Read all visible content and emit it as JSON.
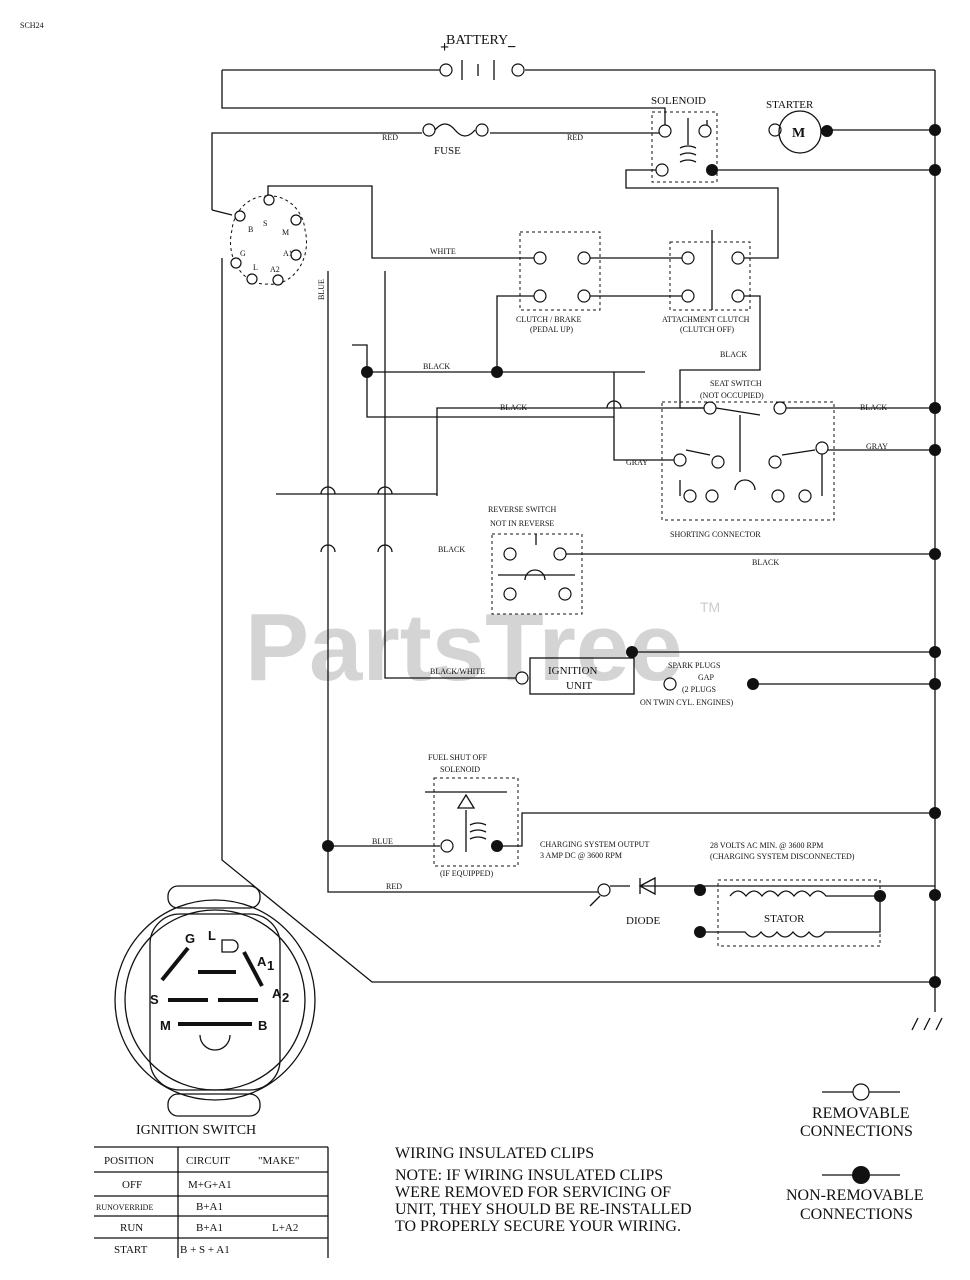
{
  "code": "SCH24",
  "components": {
    "battery": "BATTERY",
    "solenoid": "SOLENOID",
    "starter": "STARTER",
    "starter_motor": "M",
    "fuse": "FUSE",
    "clutch_brake": "CLUTCH / BRAKE",
    "clutch_brake_sub": "(PEDAL UP)",
    "attachment_clutch": "ATTACHMENT CLUTCH",
    "attachment_clutch_sub": "(CLUTCH OFF)",
    "seat_switch": "SEAT SWITCH",
    "seat_switch_sub": "(NOT OCCUPIED)",
    "shorting_connector": "SHORTING CONNECTOR",
    "reverse_switch": "REVERSE SWITCH",
    "reverse_switch_sub": "NOT IN REVERSE",
    "ignition_unit_1": "IGNITION",
    "ignition_unit_2": "UNIT",
    "spark_plugs": [
      "SPARK PLUGS",
      "GAP",
      "(2 PLUGS",
      "ON TWIN CYL. ENGINES)"
    ],
    "fuel_solenoid": [
      "FUEL SHUT OFF",
      "SOLENOID"
    ],
    "fuel_solenoid_sub": "(IF EQUIPPED)",
    "charging_output": [
      "CHARGING SYSTEM OUTPUT",
      "3 AMP DC @ 3600 RPM"
    ],
    "stator_spec": [
      "28 VOLTS AC MIN. @ 3600 RPM",
      "(CHARGING SYSTEM DISCONNECTED)"
    ],
    "diode": "DIODE",
    "stator": "STATOR"
  },
  "wire_labels": {
    "red_left": "RED",
    "red_right": "RED",
    "white": "WHITE",
    "black_1": "BLACK",
    "black_2": "BLACK",
    "black_3": "BLACK",
    "black_4": "BLACK",
    "black_5": "BLACK",
    "black_6": "BLACK",
    "gray_1": "GRAY",
    "gray_2": "GRAY",
    "blue_vertical": "BLUE",
    "blue": "BLUE",
    "black_white": "BLACK/WHITE",
    "red_bottom": "RED"
  },
  "terminals": {
    "b": "B",
    "s": "S",
    "m": "M",
    "g": "G",
    "l": "L",
    "a1": "A1",
    "a2": "A2"
  },
  "ignition_switch": {
    "title": "IGNITION SWITCH",
    "pins": {
      "g": "G",
      "l": "L",
      "a1": "A",
      "a1_sub": "1",
      "s": "S",
      "a2": "A",
      "a2_sub": "2",
      "m": "M",
      "b": "B"
    },
    "table_headers": [
      "POSITION",
      "CIRCUIT",
      "\"MAKE\""
    ],
    "table_rows": [
      {
        "position": "OFF",
        "circuit": "M+G+A1",
        "make": ""
      },
      {
        "position": "RUNOVERRIDE",
        "circuit": "B+A1",
        "make": ""
      },
      {
        "position": "RUN",
        "circuit": "B+A1",
        "make": "L+A2"
      },
      {
        "position": "START",
        "circuit": "B + S + A1",
        "make": ""
      }
    ]
  },
  "note": {
    "title": "WIRING INSULATED CLIPS",
    "lines": [
      "NOTE: IF WIRING INSULATED CLIPS",
      "WERE REMOVED FOR SERVICING OF",
      "UNIT, THEY SHOULD BE RE-INSTALLED",
      "TO PROPERLY SECURE YOUR WIRING."
    ]
  },
  "legend": {
    "removable": [
      "REMOVABLE",
      "CONNECTIONS"
    ],
    "non_removable": [
      "NON-REMOVABLE",
      "CONNECTIONS"
    ]
  },
  "watermark": "PartsTree",
  "watermark_tm": "TM"
}
